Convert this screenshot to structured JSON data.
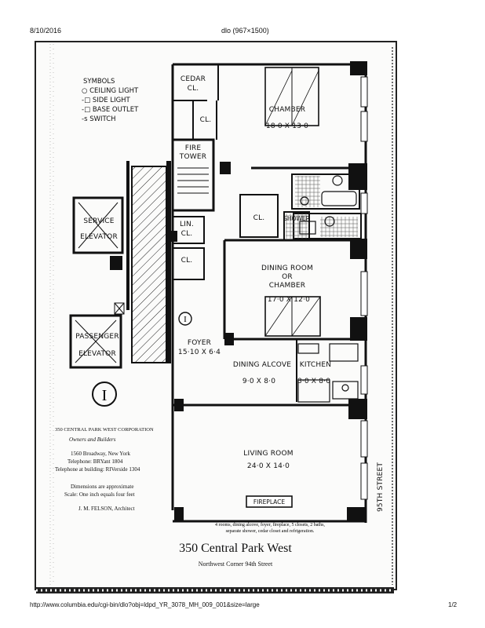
{
  "page_header": {
    "date": "8/10/2016",
    "doc_title": "dlo (967×1500)"
  },
  "page_footer": {
    "url": "http://www.columbia.edu/cgi-bin/dlo?obj=ldpd_YR_3078_MH_009_001&size=large",
    "page": "1/2"
  },
  "symbols": {
    "heading": "SYMBOLS",
    "items": [
      "CEILING LIGHT",
      "SIDE LIGHT",
      "BASE OUTLET",
      "SWITCH"
    ]
  },
  "rooms": {
    "cedar": [
      "CEDAR",
      "CL."
    ],
    "chamber": {
      "name": "CHAMBER",
      "dims": "18·0 X 13·0"
    },
    "clo_hall": "CL.",
    "fire_tower": [
      "FIRE",
      "TOWER"
    ],
    "clo_mid": "CL.",
    "shower": "SHOWER",
    "lin": [
      "LIN.",
      "CL."
    ],
    "clo_low": "CL.",
    "service_elevator": [
      "SERVICE",
      "ELEVATOR"
    ],
    "passenger_elevator": [
      "PASSENGER",
      "ELEVATOR"
    ],
    "dining": {
      "name": [
        "DINING ROOM",
        "OR",
        "CHAMBER"
      ],
      "dims": "17·0 X 12·0"
    },
    "foyer": {
      "name": "FOYER",
      "dims": "15·10 X 6·4"
    },
    "dining_alcove": {
      "name": "DINING ALCOVE",
      "dims": "9·0 X 8·0"
    },
    "kitchen": {
      "name": "KITCHEN",
      "dims": "8·0 X 8·0"
    },
    "living": {
      "name": "LIVING ROOM",
      "dims": "24·0 X 14·0"
    },
    "fireplace": "FIREPLACE",
    "street": "95TH STREET",
    "marker": "I"
  },
  "builder_notes": {
    "corp": "350 CENTRAL PARK WEST CORPORATION",
    "role": "Owners and Builders",
    "address": "1560 Broadway, New York",
    "tel1": "Telephone: BRYant 1804",
    "tel2": "Telephone at building: RIVerside 1304",
    "approx": "Dimensions are approximate",
    "scale": "Scale: One inch equals four feet",
    "architect": "J. M. FELSON, Architect"
  },
  "caption": {
    "line1": "4 rooms, dining alcove, foyer, fireplace, 5 closets, 2 baths,",
    "line2": "separate shower, cedar closet and refrigeration."
  },
  "title": "350 Central Park West",
  "subtitle": "Northwest Corner 94th Street"
}
